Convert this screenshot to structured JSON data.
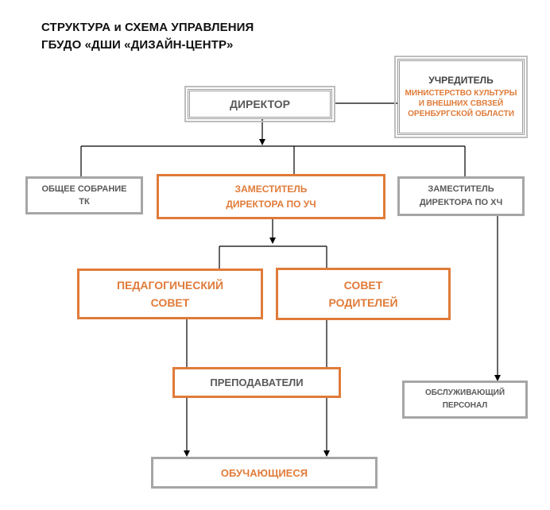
{
  "title": {
    "line1": "СТРУКТУРА и СХЕМА УПРАВЛЕНИЯ",
    "line2": "ГБУДО «ДШИ «ДИЗАЙН-ЦЕНТР»"
  },
  "boxes": {
    "founder_heading": "УЧРЕДИТЕЛЬ",
    "founder_body": "МИНИСТЕРСТВО КУЛЬТУРЫ И ВНЕШНИХ СВЯЗЕЙ ОРЕНБУРГСКОЙ ОБЛАСТИ",
    "director": "ДИРЕКТОР",
    "general_meeting": "ОБЩЕЕ СОБРАНИЕ ТК",
    "deputy_uch": "ЗАМЕСТИТЕЛЬ ДИРЕКТОРА ПО УЧ",
    "deputy_hch": "ЗАМЕСТИТЕЛЬ ДИРЕКТОРА ПО ХЧ",
    "ped_council": "ПЕДАГОГИЧЕСКИЙ СОВЕТ",
    "parent_council": "СОВЕТ РОДИТЕЛЕЙ",
    "teachers": "ПРЕПОДАВАТЕЛИ",
    "service_staff": "ОБСЛУЖИВАЮЩИЙ ПЕРСОНАЛ",
    "students": "ОБУЧАЮЩИЕСЯ"
  },
  "colors": {
    "accent": "#e07b39",
    "border_gray": "#a6a6a6",
    "text_gray": "#595959"
  }
}
